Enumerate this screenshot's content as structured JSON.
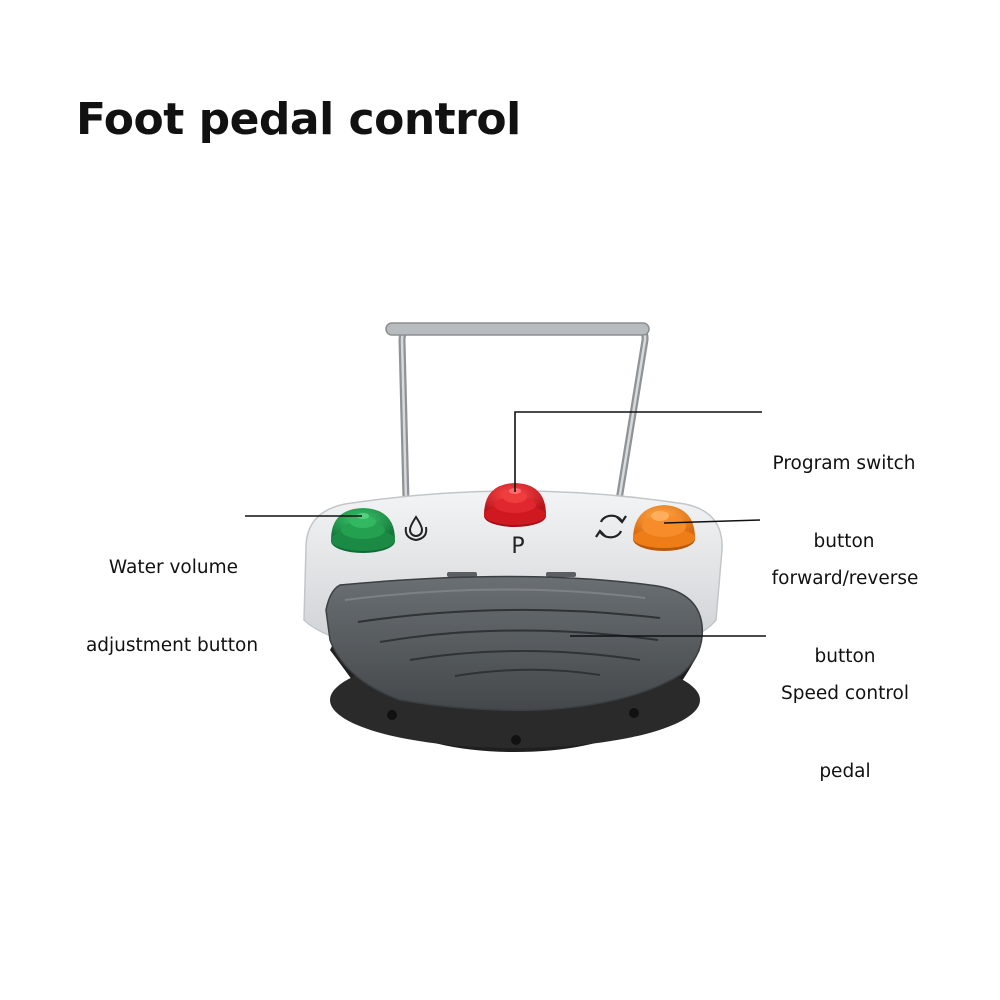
{
  "title": "Foot pedal control",
  "labels": {
    "water": [
      "Water volume",
      "adjustment button"
    ],
    "program": [
      "Program switch",
      "button"
    ],
    "forward": [
      "forward/reverse",
      "button"
    ],
    "speed": [
      "Speed control",
      "pedal"
    ]
  },
  "device": {
    "program_button_mark": "P",
    "colors": {
      "water_button": "#1e9b4a",
      "program_button": "#e31b23",
      "forward_button": "#f5871f",
      "housing": "#e4e6e8",
      "pedal": "#555a5e",
      "base": "#1f1f20",
      "handle": "#9a9da0"
    },
    "icons": [
      "water-drop-icon",
      "rotate-arrows-icon"
    ]
  }
}
